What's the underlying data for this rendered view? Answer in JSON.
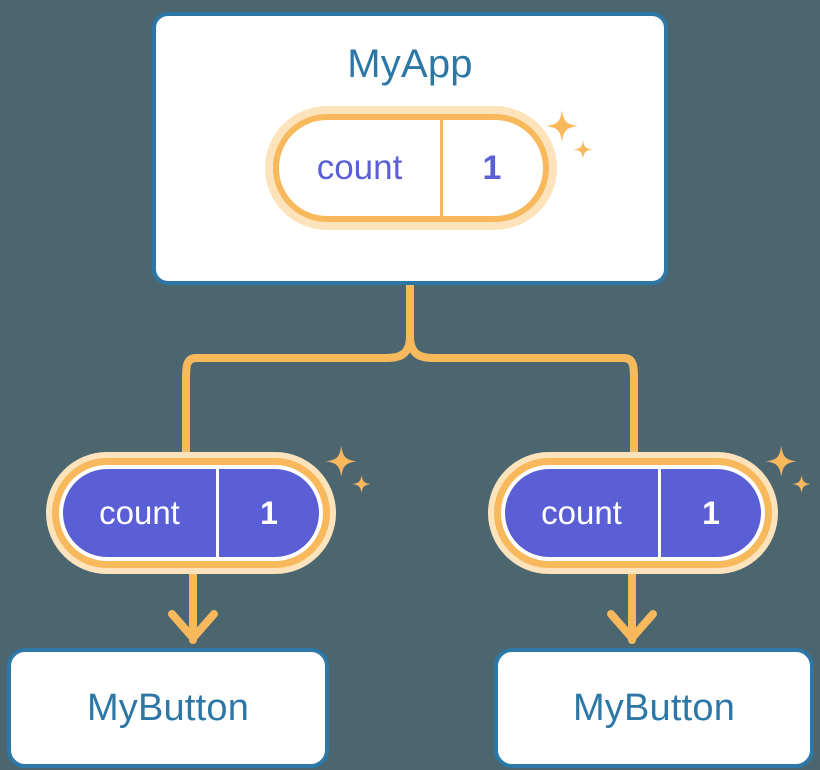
{
  "diagram": {
    "type": "component-tree",
    "background_color": "#4c6670",
    "palette": {
      "background": "#4c6670",
      "card_border": "#2d77a6",
      "card_fill": "#ffffff",
      "title_text": "#2d77a6",
      "accent_orange": "#f8b95c",
      "accent_orange_halo": "#fce3bb",
      "state_purple": "#5b5fd6",
      "state_text_on_purple": "#ffffff"
    }
  },
  "root": {
    "title": "MyApp",
    "state": {
      "key": "count",
      "value": "1"
    }
  },
  "children": [
    {
      "state": {
        "key": "count",
        "value": "1"
      },
      "label": "MyButton"
    },
    {
      "state": {
        "key": "count",
        "value": "1"
      },
      "label": "MyButton"
    }
  ],
  "icons": {
    "sparkle": "sparkle-icon",
    "arrow": "arrow-down-icon"
  }
}
